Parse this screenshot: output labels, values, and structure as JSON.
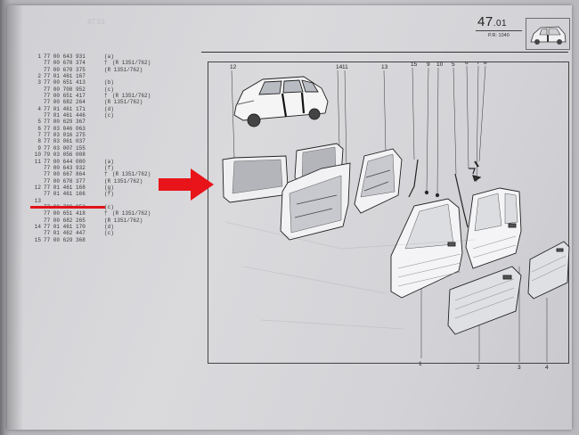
{
  "header": {
    "section": "47",
    "subsection": ".01",
    "ref": "P.R: 1040"
  },
  "parts": [
    {
      "ref": "1",
      "pn": "77 00 643 931",
      "code": "(a)",
      "note": ""
    },
    {
      "ref": "",
      "pn": "77 00 678 374",
      "code": "†",
      "note": "(R 1351/762)"
    },
    {
      "ref": "",
      "pn": "77 00 678 375",
      "code": "(R 1351/762)",
      "note": ""
    },
    {
      "ref": "2",
      "pn": "77 01 461 167",
      "code": "",
      "note": ""
    },
    {
      "ref": "3",
      "pn": "77 00 651 413",
      "code": "(b)",
      "note": ""
    },
    {
      "ref": "",
      "pn": "77 00 708 952",
      "code": "(c)",
      "note": ""
    },
    {
      "ref": "",
      "pn": "77 00 651 417",
      "code": "†",
      "note": "(R 1351/762)"
    },
    {
      "ref": "",
      "pn": "77 00 682 264",
      "code": "(R 1351/762)",
      "note": ""
    },
    {
      "ref": "4",
      "pn": "77 01 461 171",
      "code": "(d)",
      "note": ""
    },
    {
      "ref": "",
      "pn": "77 01 461 446",
      "code": "(c)",
      "note": ""
    },
    {
      "ref": "5",
      "pn": "77 00 629 367",
      "code": "",
      "note": ""
    },
    {
      "ref": "6",
      "pn": "77 03 046 063",
      "code": "",
      "note": ""
    },
    {
      "ref": "7",
      "pn": "77 03 016 275",
      "code": "",
      "note": ""
    },
    {
      "ref": "8",
      "pn": "77 03 061 037",
      "code": "",
      "note": ""
    },
    {
      "ref": "9",
      "pn": "77 03 007 155",
      "code": "",
      "note": ""
    },
    {
      "ref": "10",
      "pn": "79 03 056 008",
      "code": "",
      "note": ""
    },
    {
      "ref": "11",
      "pn": "77 00 644 080",
      "code": "(a)",
      "note": ""
    },
    {
      "ref": "",
      "pn": "77 00 643 932",
      "code": "(f)",
      "note": ""
    },
    {
      "ref": "",
      "pn": "77 00 667 864",
      "code": "†",
      "note": "(R 1351/762)"
    },
    {
      "ref": "",
      "pn": "77 00 678 377",
      "code": "(R 1351/762)",
      "note": ""
    },
    {
      "ref": "12",
      "pn": "77 01 461 168",
      "code": "(g)",
      "note": ""
    },
    {
      "ref": "",
      "pn": "77 01 461 166",
      "code": "(f)",
      "note": ""
    },
    {
      "ref": "13",
      "pn": "",
      "code": "",
      "note": ""
    },
    {
      "ref": "",
      "pn": "77 00 708 953",
      "code": "(c)",
      "note": ""
    },
    {
      "ref": "",
      "pn": "77 00 651 418",
      "code": "†",
      "note": "(R 1351/762)"
    },
    {
      "ref": "",
      "pn": "77 00 682 265",
      "code": "(R 1351/762)",
      "note": ""
    },
    {
      "ref": "14",
      "pn": "77 01 461 170",
      "code": "(d)",
      "note": ""
    },
    {
      "ref": "",
      "pn": "77 01 462 447",
      "code": "(c)",
      "note": ""
    },
    {
      "ref": "15",
      "pn": "77 00 629 368",
      "code": "",
      "note": ""
    },
    {
      "ref": "",
      "pn": "",
      "code": "",
      "note": ""
    }
  ],
  "callouts_top": [
    "12",
    "14",
    "11",
    "13",
    "15",
    "9",
    "10",
    "5",
    "6",
    "7",
    "8"
  ],
  "callouts_bottom": [
    "1",
    "2",
    "3",
    "4"
  ],
  "colors": {
    "highlight": "#e8141a",
    "page": "#d6d6da"
  }
}
